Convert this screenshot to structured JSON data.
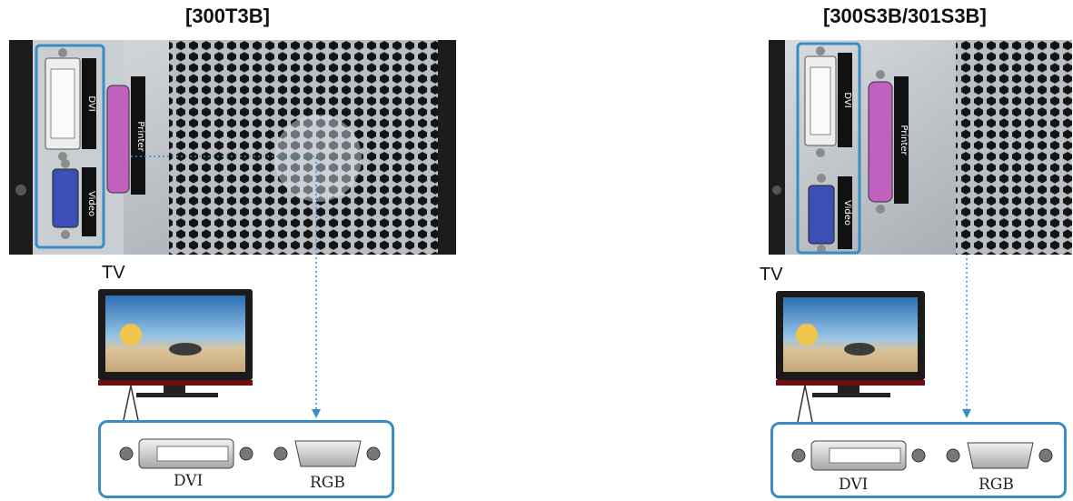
{
  "panels": [
    {
      "id": "left",
      "model": "[300T3B]",
      "rear": {
        "dvi_label": "DVI",
        "video_label": "Video",
        "printer_label": "Printer"
      },
      "tv_label": "TV",
      "ports": {
        "dvi": "DVI",
        "rgb": "RGB"
      }
    },
    {
      "id": "right",
      "model": "[300S3B/301S3B]",
      "rear": {
        "dvi_label": "DVI",
        "video_label": "Video",
        "printer_label": "Printer"
      },
      "tv_label": "TV",
      "ports": {
        "dvi": "DVI",
        "rgb": "RGB"
      }
    }
  ],
  "colors": {
    "highlight": "#3a8cc4",
    "connector_line": "#3a8cc4",
    "printer_port": "#c060c0",
    "vga_port": "#3c4fb5"
  }
}
